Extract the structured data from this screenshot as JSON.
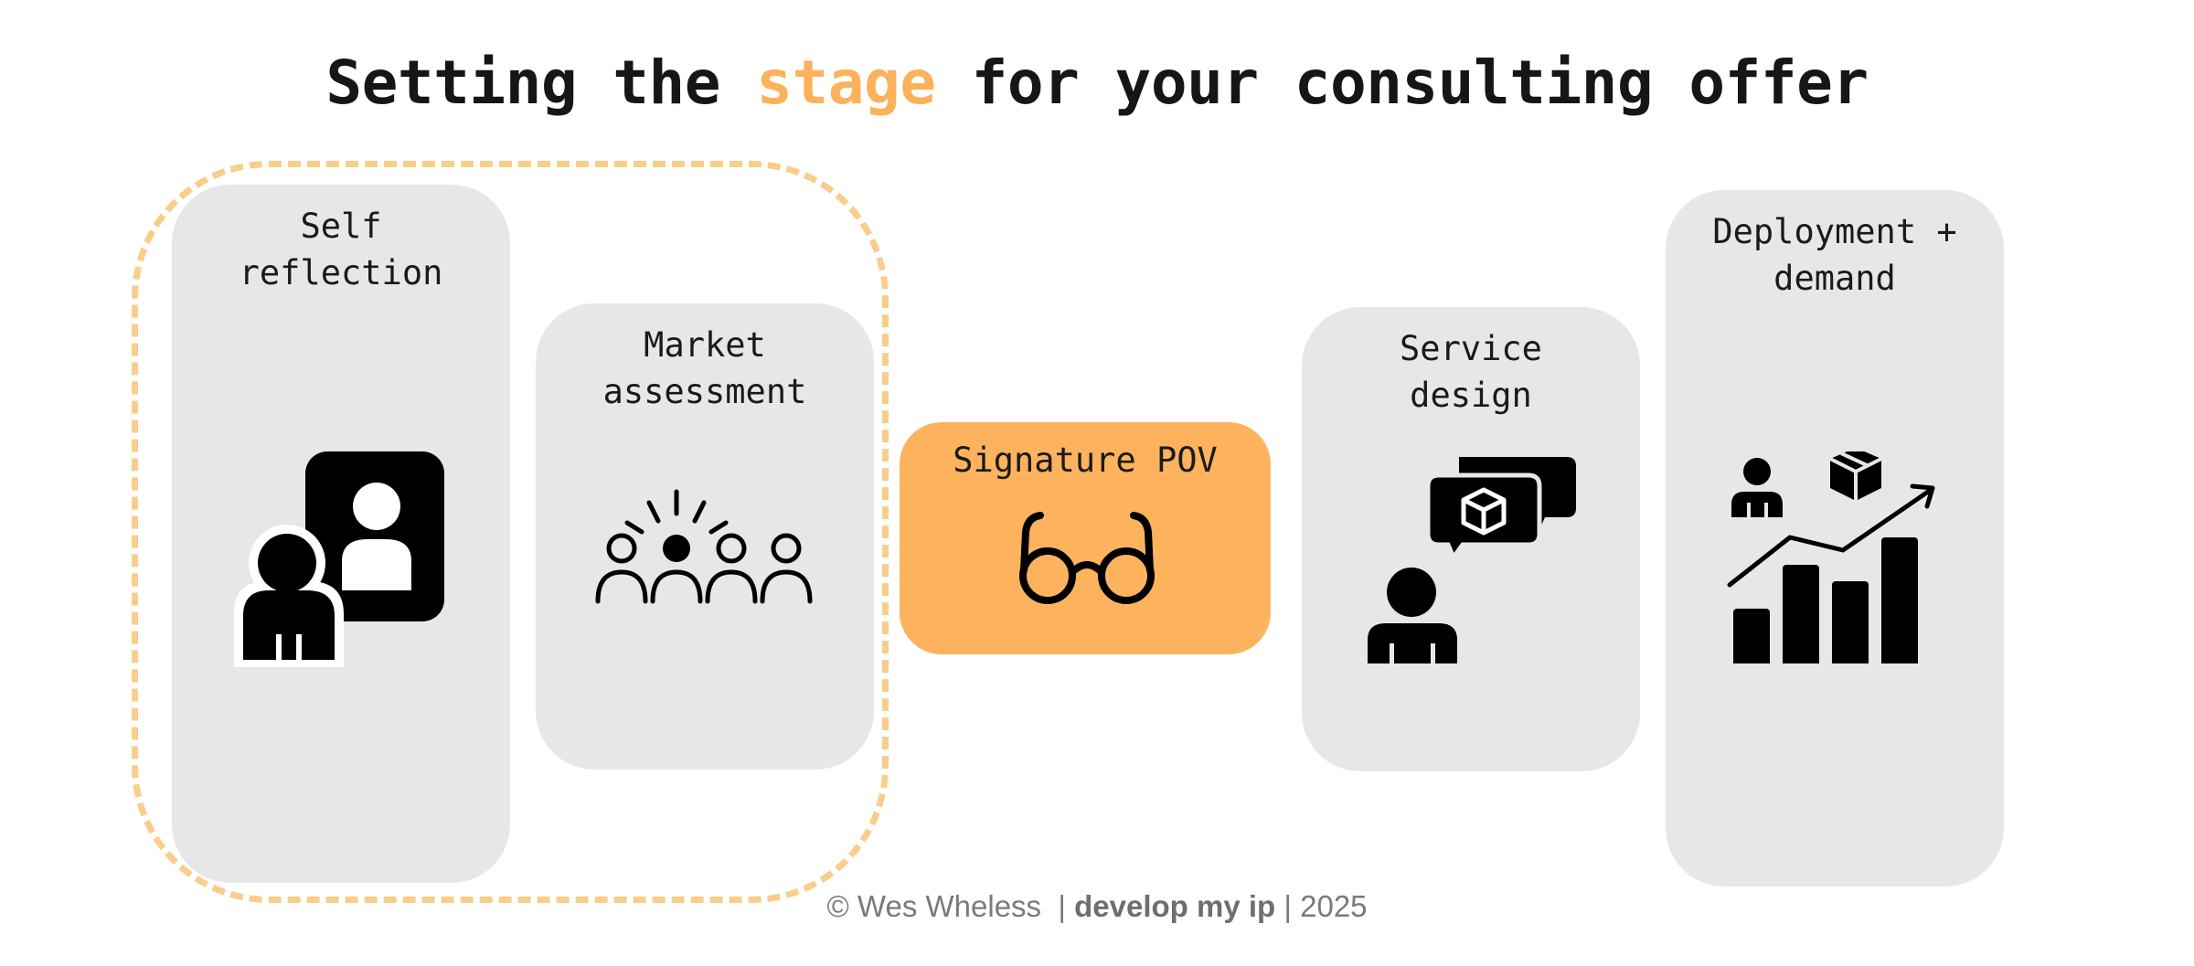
{
  "title": {
    "before": "Setting the ",
    "accent": "stage",
    "after": " for your consulting offer"
  },
  "stages": [
    {
      "label": "Self\nreflection",
      "icon": "profile-card-person-icon"
    },
    {
      "label": "Market\nassessment",
      "icon": "audience-spotlight-icon"
    },
    {
      "label": "Signature POV",
      "icon": "glasses-icon"
    },
    {
      "label": "Service\ndesign",
      "icon": "person-speech-box-icon"
    },
    {
      "label": "Deployment +\ndemand",
      "icon": "growth-chart-person-box-icon"
    }
  ],
  "footer": {
    "copyright": "© Wes Wheless",
    "brand": "develop my ip",
    "year": "2025"
  },
  "colors": {
    "accent": "#fbb25b",
    "card": "#e7e7e7",
    "highlight": "#fdb35e",
    "dashed": "#f9cd8c"
  }
}
